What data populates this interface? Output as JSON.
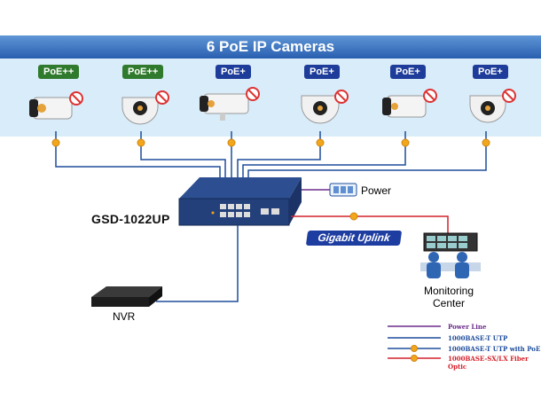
{
  "banner": {
    "title": "6 PoE IP Cameras"
  },
  "cameras": [
    {
      "badge": "PoE++",
      "badge_color": "#2f7a2c",
      "icon": "bullet-camera-icon"
    },
    {
      "badge": "PoE++",
      "badge_color": "#2f7a2c",
      "icon": "dome-camera-icon"
    },
    {
      "badge": "PoE+",
      "badge_color": "#1e3c9a",
      "icon": "bullet-camera-icon"
    },
    {
      "badge": "PoE+",
      "badge_color": "#1e3c9a",
      "icon": "dome-camera-icon"
    },
    {
      "badge": "PoE+",
      "badge_color": "#1e3c9a",
      "icon": "bullet-camera-icon"
    },
    {
      "badge": "PoE+",
      "badge_color": "#1e3c9a",
      "icon": "dome-camera-icon"
    }
  ],
  "switch": {
    "model": "GSD-1022UP",
    "icon": "network-switch-icon"
  },
  "power": {
    "label": "Power",
    "icon": "power-strip-icon"
  },
  "uplink": {
    "label": "Gigabit Uplink"
  },
  "monitoring": {
    "line1": "Monitoring",
    "line2": "Center",
    "icon": "monitoring-center-icon"
  },
  "nvr": {
    "label": "NVR",
    "icon": "nvr-icon"
  },
  "legend": [
    {
      "label": "Power Line",
      "color": "#6c2b8c"
    },
    {
      "label": "1000BASE-T UTP",
      "color": "#1e4d9c"
    },
    {
      "label": "1000BASE-T UTP with PoE",
      "color": "#1e4d9c"
    },
    {
      "label": "1000BASE-SX/LX Fiber Optic",
      "color": "#d4202a"
    }
  ]
}
